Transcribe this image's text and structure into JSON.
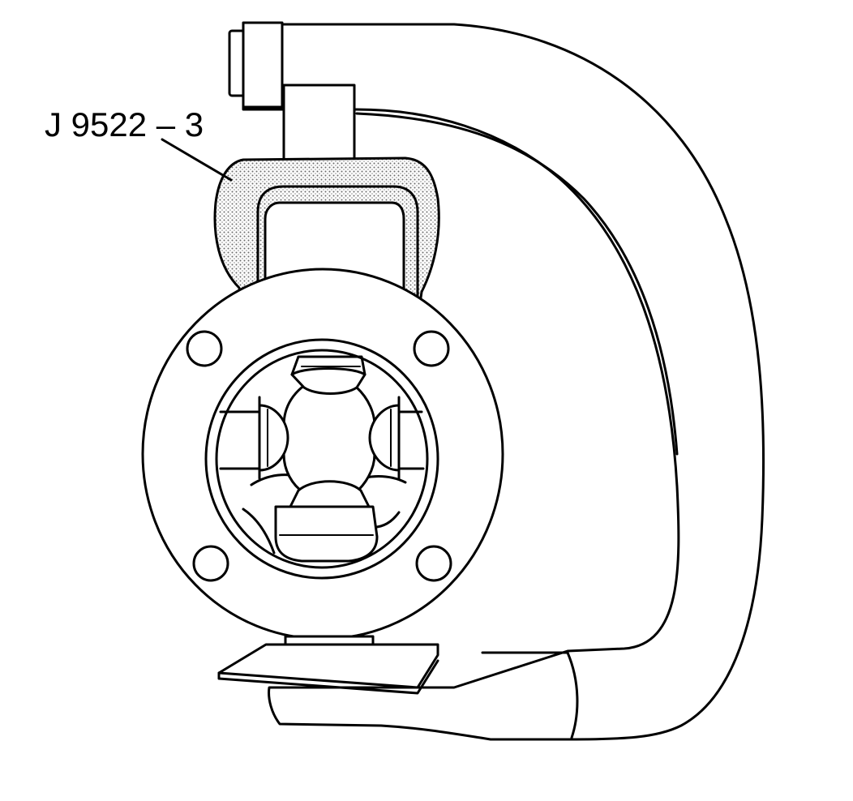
{
  "callout": {
    "label": "J 9522 – 3"
  },
  "colors": {
    "line": "#000000",
    "background": "#ffffff",
    "tool_shading": "#b8b8b8"
  },
  "icons": {
    "callout_target": "j-9522-3-tool",
    "parts": [
      "c-clamp-frame",
      "flange-yoke",
      "universal-joint-cross",
      "bearing-cup"
    ]
  }
}
